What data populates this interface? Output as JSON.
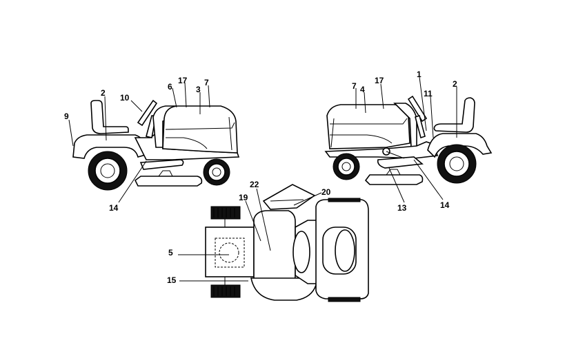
{
  "callouts": {
    "left_2": "2",
    "left_10": "10",
    "left_6": "6",
    "left_17": "17",
    "left_3": "3",
    "left_7": "7",
    "left_9": "9",
    "left_14": "14",
    "right_7": "7",
    "right_4": "4",
    "right_17": "17",
    "right_1": "1",
    "right_11": "11",
    "right_2": "2",
    "right_13": "13",
    "right_14": "14",
    "top_22": "22",
    "top_19": "19",
    "top_20": "20",
    "top_5": "5",
    "top_15": "15"
  }
}
